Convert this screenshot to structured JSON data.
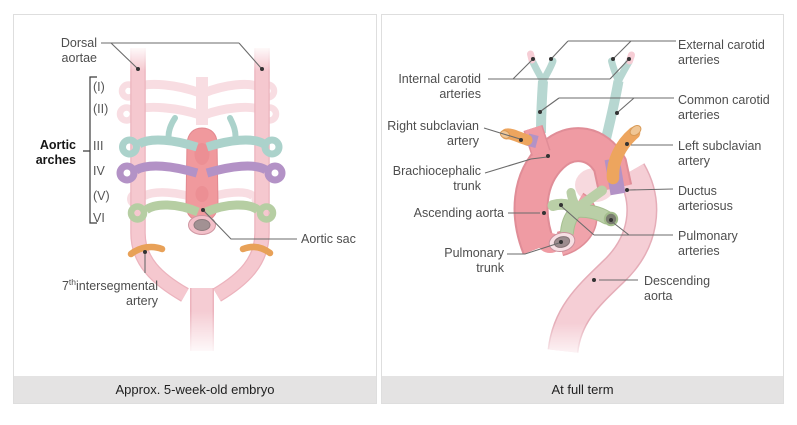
{
  "figure": {
    "type": "anatomical-diagram",
    "topic": "Aortic arch development"
  },
  "colors": {
    "arch_iii_teal": "#abd2cb",
    "arch_iv_purple": "#b392c6",
    "arch_vi_green": "#b6cea3",
    "aortic_sac_salmon": "#f0999d",
    "dorsal_aorta_pink": "#f5c8cf",
    "pale_regressed_arch": "#f8dde2",
    "subclavian_orange": "#eda55e",
    "vessel_opening_gray": "#9c8c8e",
    "caption_bar_gray": "#e4e3e3",
    "label_gray": "#4e4e4e"
  },
  "panels": {
    "embryo": {
      "caption": "Approx. 5-week-old embryo",
      "labels": {
        "dorsal_aortae": {
          "line1": "Dorsal",
          "line2": "aortae"
        },
        "aortic_arches": {
          "line1": "Aortic",
          "line2": "arches"
        },
        "arch_numerals": [
          "(I)",
          "(II)",
          "III",
          "IV",
          "(V)",
          "VI"
        ],
        "aortic_sac": "Aortic sac",
        "intersegmental": {
          "prefix": "7",
          "sup": "th",
          "rest": "intersegmental",
          "line2": "artery"
        }
      }
    },
    "full_term": {
      "caption": "At full term",
      "labels": {
        "external_carotid": {
          "line1": "External carotid",
          "line2": "arteries"
        },
        "internal_carotid": {
          "line1": "Internal carotid",
          "line2": "arteries"
        },
        "common_carotid": {
          "line1": "Common carotid",
          "line2": "arteries"
        },
        "right_subclavian": {
          "line1": "Right subclavian",
          "line2": "artery"
        },
        "left_subclavian": {
          "line1": "Left subclavian",
          "line2": "artery"
        },
        "brachiocephalic": {
          "line1": "Brachiocephalic",
          "line2": "trunk"
        },
        "ascending_aorta": "Ascending aorta",
        "ductus_arteriosus": {
          "line1": "Ductus",
          "line2": "arteriosus"
        },
        "pulmonary_trunk": {
          "line1": "Pulmonary",
          "line2": "trunk"
        },
        "pulmonary_arteries": {
          "line1": "Pulmonary",
          "line2": "arteries"
        },
        "descending_aorta": {
          "line1": "Descending",
          "line2": "aorta"
        }
      }
    }
  }
}
